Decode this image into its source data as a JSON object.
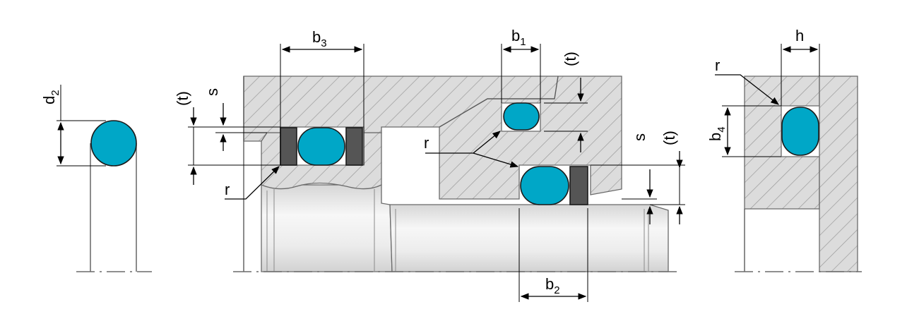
{
  "colors": {
    "oring": "#00a7c7",
    "backup_ring": "#555555",
    "housing": "#dcdcdc",
    "hatch": "#9a9a9a",
    "shaft": "#e9e9e9"
  },
  "labels": {
    "d2": {
      "main": "d",
      "sub": "2"
    },
    "b3": {
      "main": "b",
      "sub": "3"
    },
    "b1": {
      "main": "b",
      "sub": "1"
    },
    "b2": {
      "main": "b",
      "sub": "2"
    },
    "b4": {
      "main": "b",
      "sub": "4"
    },
    "h": "h",
    "t": "(t)",
    "s": "s",
    "r": "r"
  }
}
